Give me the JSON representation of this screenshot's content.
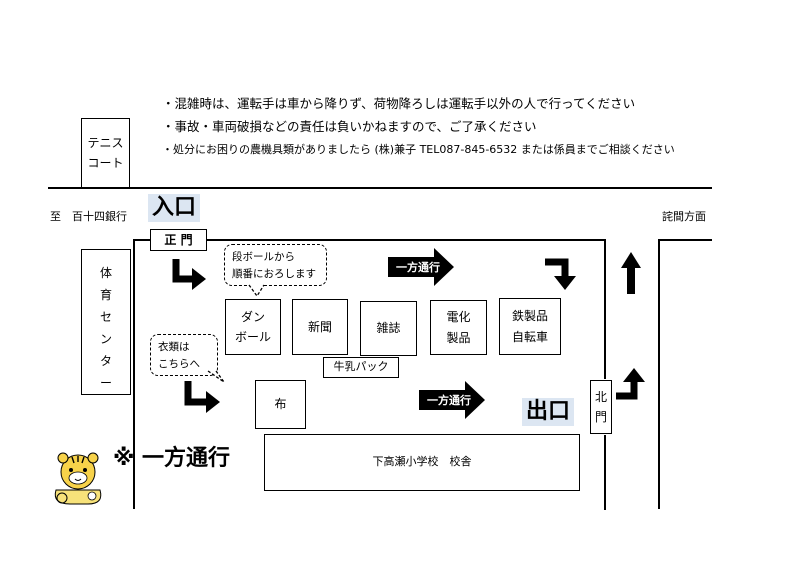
{
  "notes": [
    "・混雑時は、運転手は車から降りず、荷物降ろしは運転手以外の人で行ってください",
    "・事故・車両破損などの責任は負いかねますので、ご了承ください",
    "・処分にお困りの農機具類がありましたら (株)兼子 TEL087-845-6532 または係員までご相談ください"
  ],
  "tennis_court": "テニス\nコート",
  "road_labels": {
    "left": "至　百十四銀行",
    "right": "詫間方面"
  },
  "entrance": {
    "label": "入口",
    "gate": "正 門"
  },
  "exit": {
    "label": "出口",
    "gate": [
      "北",
      "門"
    ]
  },
  "gym": [
    "体",
    "育",
    "セ",
    "ン",
    "タ",
    "ー"
  ],
  "bubbles": {
    "cardboard": "段ボールから\n順番におろします",
    "clothes": "衣類は\nこちらへ"
  },
  "oneway_arrow_label": "一方通行",
  "stations": {
    "cardboard": "ダン\nボール",
    "newspaper": "新聞",
    "magazine": "雑誌",
    "appliance": "電化\n製品",
    "metal_bike": "鉄製品\n自転車",
    "milk_pack": "牛乳パック",
    "cloth": "布"
  },
  "school": "下高瀬小学校　校舎",
  "legend": "※ 一方通行",
  "colors": {
    "highlight": "#dce6f2",
    "line": "#000000"
  }
}
